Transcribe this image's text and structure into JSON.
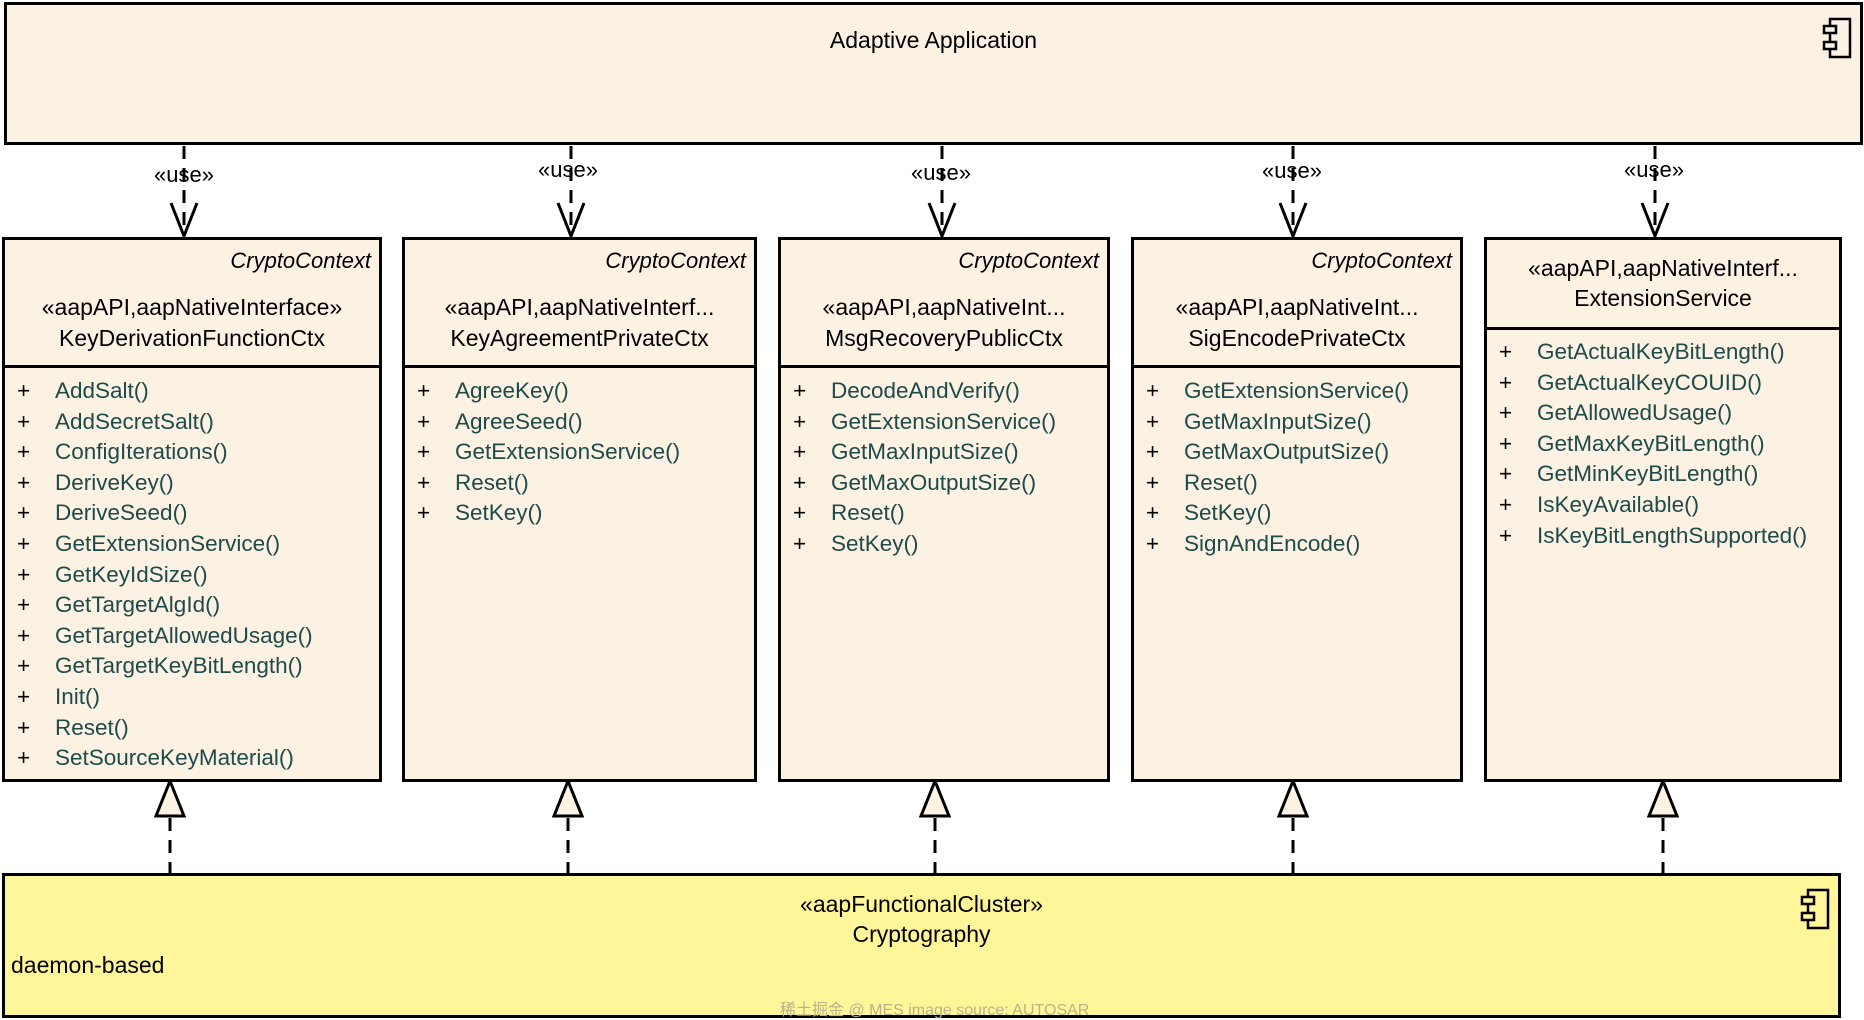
{
  "application": {
    "name": "Adaptive Application",
    "icon": "component-icon"
  },
  "use_label": "«use»",
  "classes": [
    {
      "context": "CryptoContext",
      "stereotype": "«aapAPI,aapNativeInterface»",
      "name": "KeyDerivationFunctionCtx",
      "operations": [
        "AddSalt()",
        "AddSecretSalt()",
        "ConfigIterations()",
        "DeriveKey()",
        "DeriveSeed()",
        "GetExtensionService()",
        "GetKeyIdSize()",
        "GetTargetAlgId()",
        "GetTargetAllowedUsage()",
        "GetTargetKeyBitLength()",
        "Init()",
        "Reset()",
        "SetSourceKeyMaterial()"
      ]
    },
    {
      "context": "CryptoContext",
      "stereotype": "«aapAPI,aapNativeInterf...",
      "name": "KeyAgreementPrivateCtx",
      "operations": [
        "AgreeKey()",
        "AgreeSeed()",
        "GetExtensionService()",
        "Reset()",
        "SetKey()"
      ]
    },
    {
      "context": "CryptoContext",
      "stereotype": "«aapAPI,aapNativeInt...",
      "name": "MsgRecoveryPublicCtx",
      "operations": [
        "DecodeAndVerify()",
        "GetExtensionService()",
        "GetMaxInputSize()",
        "GetMaxOutputSize()",
        "Reset()",
        "SetKey()"
      ]
    },
    {
      "context": "CryptoContext",
      "stereotype": "«aapAPI,aapNativeInt...",
      "name": "SigEncodePrivateCtx",
      "operations": [
        "GetExtensionService()",
        "GetMaxInputSize()",
        "GetMaxOutputSize()",
        "Reset()",
        "SetKey()",
        "SignAndEncode()"
      ]
    },
    {
      "context": "",
      "stereotype": "«aapAPI,aapNativeInterf...",
      "name": "ExtensionService",
      "operations": [
        "GetActualKeyBitLength()",
        "GetActualKeyCOUID()",
        "GetAllowedUsage()",
        "GetMaxKeyBitLength()",
        "GetMinKeyBitLength()",
        "IsKeyAvailable()",
        "IsKeyBitLengthSupported()"
      ]
    }
  ],
  "cluster": {
    "stereotype": "«aapFunctionalCluster»",
    "name": "Cryptography",
    "note": "daemon-based",
    "icon": "component-icon"
  },
  "watermark": "稀土掘金 @ MES  image source:  AUTOSAR",
  "colors": {
    "app_fill": "#fcf2e3",
    "class_fill": "#fcf2e3",
    "cluster_fill": "#fff599",
    "operation_text": "#1f4a4a"
  }
}
